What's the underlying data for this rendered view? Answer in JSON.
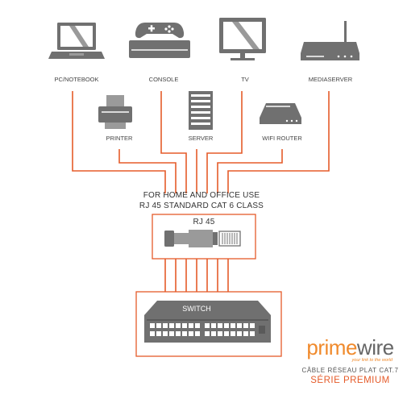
{
  "devices": {
    "top": [
      {
        "label": "PC/NOTEBOOK",
        "icon": "laptop-icon"
      },
      {
        "label": "CONSOLE",
        "icon": "game-console-icon"
      },
      {
        "label": "TV",
        "icon": "tv-icon"
      },
      {
        "label": "MEDIASERVER",
        "icon": "router-antenna-icon"
      }
    ],
    "middle": [
      {
        "label": "PRINTER",
        "icon": "printer-icon"
      },
      {
        "label": "SERVER",
        "icon": "server-icon"
      },
      {
        "label": "WIFI ROUTER",
        "icon": "wifi-router-icon"
      }
    ]
  },
  "info": {
    "line1": "FOR HOME AND OFFICE USE",
    "line2": "RJ 45 STANDARD CAT 6 CLASS"
  },
  "connector": {
    "label": "RJ 45",
    "icon": "rj45-plug-icon"
  },
  "switch": {
    "label": "SWITCH",
    "icon": "network-switch-icon"
  },
  "brand": {
    "logo_part1": "prime",
    "logo_part2": "wire",
    "tagline": "your link to the world",
    "product": "CÂBLE RÉSEAU PLAT CAT.7",
    "series": "SÉRIE PREMIUM"
  },
  "colors": {
    "accent": "#e55b2a",
    "brand_orange": "#f08a2c",
    "icon_gray": "#707070"
  }
}
